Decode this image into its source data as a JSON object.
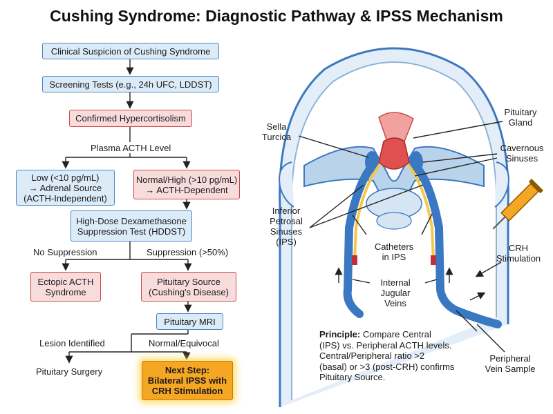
{
  "title": "Cushing Syndrome: Diagnostic Pathway & IPSS Mechanism",
  "flowchart": {
    "clinical_suspicion": "Clinical Suspicion of Cushing Syndrome",
    "screening": "Screening Tests (e.g., 24h UFC, LDDST)",
    "confirmed": "Confirmed Hypercortisolism",
    "plasma_acth": "Plasma ACTH Level",
    "low_line1": "Low (<10 pg/mL)",
    "low_line2": "→ Adrenal Source",
    "low_line3": "(ACTH-Independent)",
    "high_line1": "Normal/High (>10 pg/mL)",
    "high_line2": "→ ACTH-Dependent",
    "hddst_line1": "High-Dose Dexamethasone",
    "hddst_line2": "Suppression Test (HDDST)",
    "no_suppression": "No Suppression",
    "suppression": "Suppression (>50%)",
    "ectopic_line1": "Ectopic ACTH",
    "ectopic_line2": "Syndrome",
    "pituitary_source_line1": "Pituitary Source",
    "pituitary_source_line2": "(Cushing's Disease)",
    "pituitary_mri": "Pituitary MRI",
    "lesion_identified": "Lesion Identified",
    "normal_equivocal": "Normal/Equivocal",
    "pituitary_surgery": "Pituitary Surgery",
    "next_step_line1": "Next Step:",
    "next_step_line2": "Bilateral IPSS with",
    "next_step_line3": "CRH Stimulation"
  },
  "anatomy": {
    "sella_line1": "Sella",
    "sella_line2": "Turcica",
    "pituitary_line1": "Pituitary",
    "pituitary_line2": "Gland",
    "cavernous_line1": "Cavernous",
    "cavernous_line2": "Sinuses",
    "ips_line1": "Inferior",
    "ips_line2": "Petrosal",
    "ips_line3": "Sinuses",
    "ips_line4": "(IPS)",
    "catheters_line1": "Catheters",
    "catheters_line2": "in IPS",
    "crh_line1": "CRH",
    "crh_line2": "Stimulation",
    "jugular_line1": "Internal",
    "jugular_line2": "Jugular",
    "jugular_line3": "Veins",
    "peripheral_line1": "Peripheral",
    "peripheral_line2": "Vein Sample"
  },
  "principle": {
    "label": "Principle:",
    "text_line1": " Compare Central",
    "text_line2": "(IPS) vs. Peripheral ACTH levels.",
    "text_line3": "Central/Peripheral ratio >2",
    "text_line4": "(basal) or >3 (post-CRH) confirms",
    "text_line5": "Pituitary Source."
  },
  "colors": {
    "blue_fill": "#dcebf8",
    "blue_border": "#4a86c0",
    "red_fill": "#f8dcdc",
    "red_border": "#c94a4a",
    "gold_fill": "#f5a623",
    "vein": "#3b78c2",
    "bone": "#b9d3ea",
    "pituitary": "#e05050"
  }
}
